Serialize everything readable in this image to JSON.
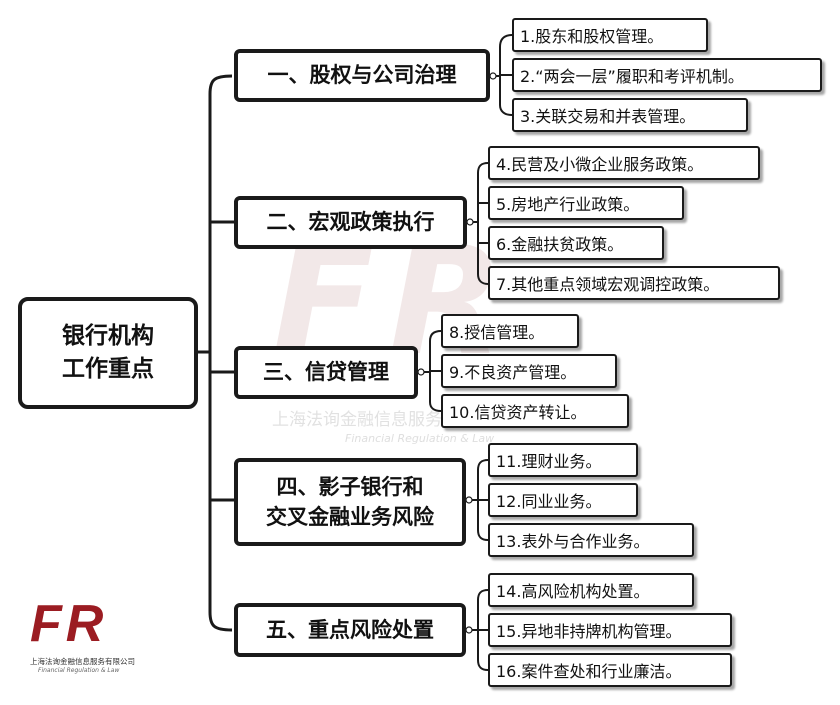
{
  "root": {
    "label": "银行机构\n工作重点"
  },
  "categories": [
    {
      "label": "一、股权与公司治理",
      "items": [
        "1.股东和股权管理。",
        "2.“两会一层”履职和考评机制。",
        "3.关联交易和并表管理。"
      ]
    },
    {
      "label": "二、宏观政策执行",
      "items": [
        "4.民营及小微企业服务政策。",
        "5.房地产行业政策。",
        "6.金融扶贫政策。",
        "7.其他重点领域宏观调控政策。"
      ]
    },
    {
      "label": "三、信贷管理",
      "items": [
        "8.授信管理。",
        "9.不良资产管理。",
        "10.信贷资产转让。"
      ]
    },
    {
      "label": "四、影子银行和\n交叉金融业务风险",
      "items": [
        "11.理财业务。",
        "12.同业业务。",
        "13.表外与合作业务。"
      ]
    },
    {
      "label": "五、重点风险处置",
      "items": [
        "14.高风险机构处置。",
        "15.异地非持牌机构管理。",
        "16.案件查处和行业廉洁。"
      ]
    }
  ],
  "watermark": {
    "big": "FR",
    "cn": "上海法询金融信息服务",
    "en": "Financial Regulation & Law"
  },
  "logo": {
    "mark": "FR",
    "cn": "上海法询金融信息服务有限公司",
    "en": "Financial Regulation & Law"
  },
  "colors": {
    "line": "#1a1a1a",
    "logo": "#9b1c22"
  }
}
